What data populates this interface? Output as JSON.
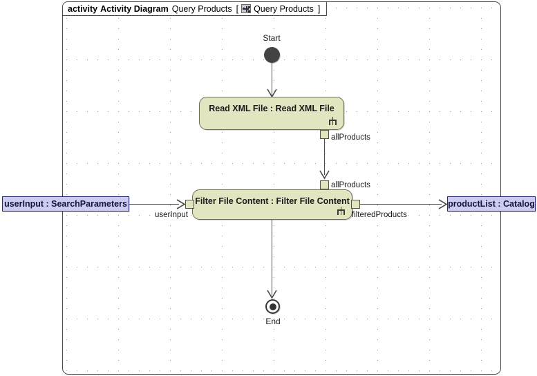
{
  "frame": {
    "keyword": "activity",
    "diagram_type": "Activity Diagram",
    "diagram_name": "Query Products",
    "bracket_open": "[",
    "icon": "activity-icon",
    "context_name": "Query Products",
    "bracket_close": "]"
  },
  "nodes": {
    "start": {
      "label": "Start",
      "type": "initial-node"
    },
    "read_xml": {
      "label": "Read XML File : Read XML File",
      "type": "call-behavior-action",
      "rake": "rake-icon"
    },
    "filter": {
      "label": "Filter File Content : Filter File Content",
      "type": "call-behavior-action",
      "rake": "rake-icon"
    },
    "end": {
      "label": "End",
      "type": "activity-final-node"
    },
    "user_input": {
      "label": "userInput : SearchParameters",
      "type": "object-node"
    },
    "product_list": {
      "label": "productList : Catalog",
      "type": "object-node"
    }
  },
  "pins": {
    "read_xml_out": "allProducts",
    "filter_in_all": "allProducts",
    "filter_in_user": "userInput",
    "filter_out": "filteredProducts"
  },
  "colors": {
    "action_fill": "#e3e4c0",
    "action_border": "#6e6e52",
    "object_fill": "#ccccf2",
    "object_border": "#2a2a6e",
    "node_fill": "#434343",
    "edge": "#4a4a4a",
    "frame_border": "#4a4a4a",
    "canvas": "#ffffff"
  }
}
